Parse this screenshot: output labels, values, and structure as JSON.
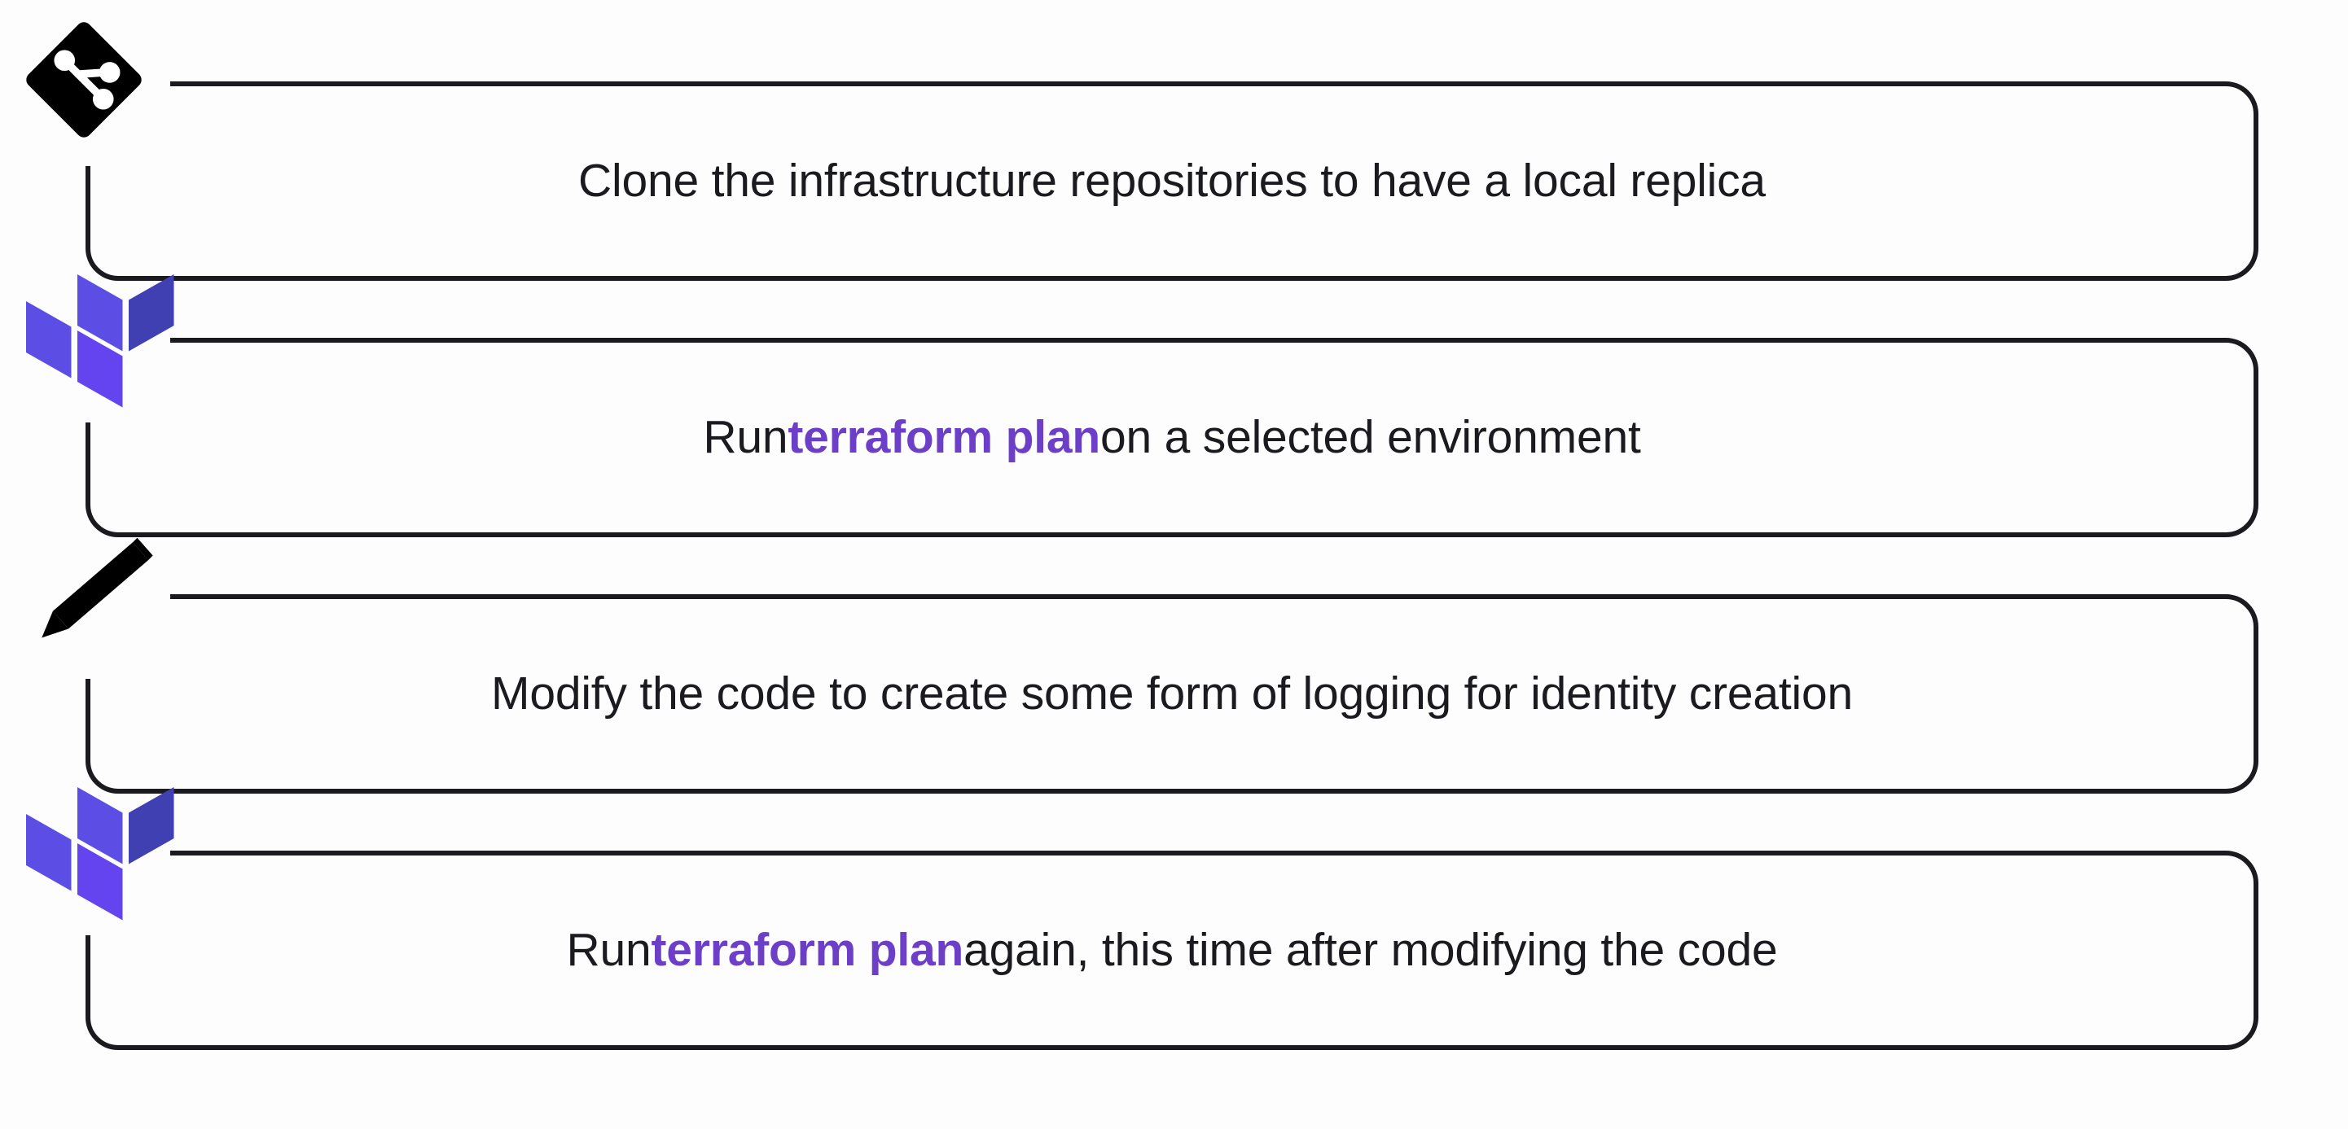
{
  "diagram": {
    "title": "Terraform workflow steps",
    "background_color": "#fdfdfd",
    "border_color": "#1a1a1f",
    "accent_color": "#6d3fc8",
    "terraform_light": "#5c4ee5",
    "terraform_mid": "#6344ef",
    "terraform_dark": "#4040b2",
    "steps": [
      {
        "index": 1,
        "icon": "git-icon",
        "icon_label": "Git",
        "text_before": "Clone the infrastructure repositories to have a local replica",
        "code": "",
        "text_after": ""
      },
      {
        "index": 2,
        "icon": "terraform-icon",
        "icon_label": "Terraform",
        "text_before": "Run ",
        "code": "terraform plan",
        "text_after": " on a selected environment"
      },
      {
        "index": 3,
        "icon": "pencil-icon",
        "icon_label": "Pencil",
        "text_before": "Modify the code to create some form of logging for identity creation",
        "code": "",
        "text_after": ""
      },
      {
        "index": 4,
        "icon": "terraform-icon",
        "icon_label": "Terraform",
        "text_before": "Run ",
        "code": "terraform plan",
        "text_after": " again, this time after modifying the code"
      }
    ]
  }
}
